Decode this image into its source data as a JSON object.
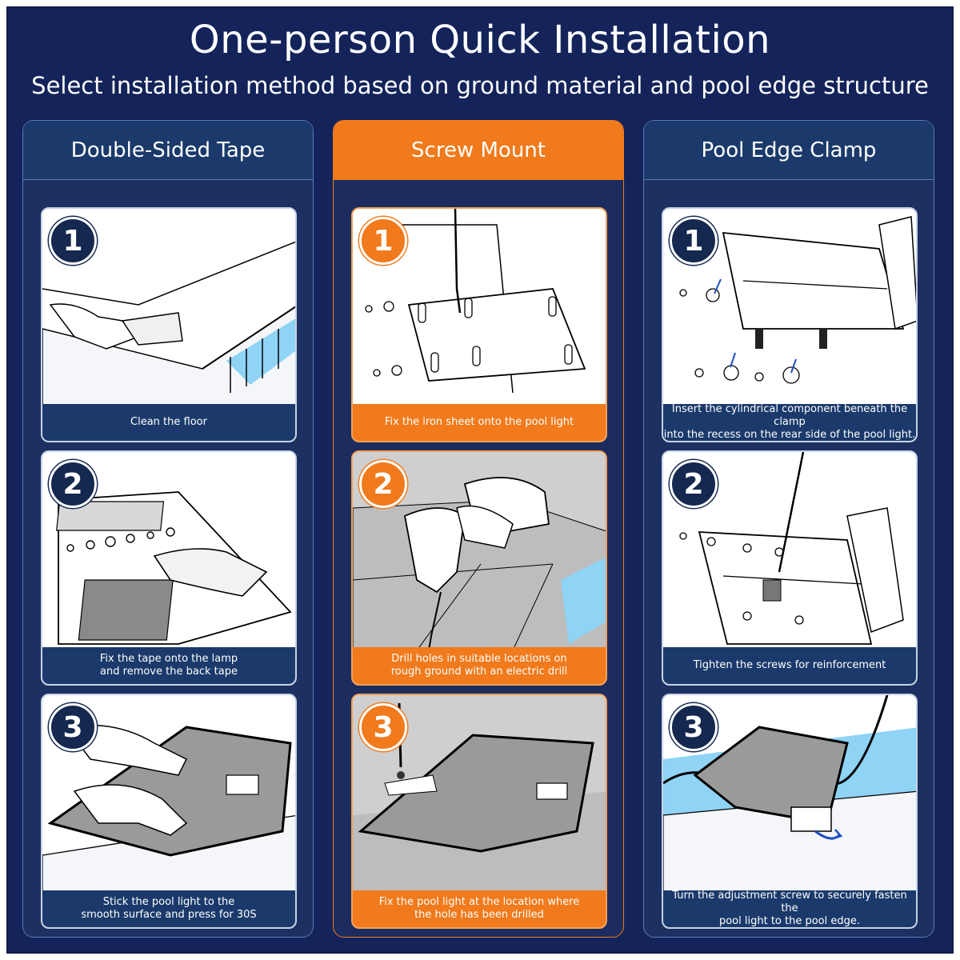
{
  "header": {
    "title": "One-person Quick Installation",
    "subtitle": "Select installation method based on ground material and pool edge structure"
  },
  "colors": {
    "background": "#14245a",
    "accent": "#f07a1c",
    "panel_header": "#1b3a6b"
  },
  "columns": [
    {
      "title": "Double-Sided Tape",
      "highlighted": false,
      "steps": [
        {
          "number": "1",
          "caption": "Clean the floor"
        },
        {
          "number": "2",
          "caption": "Fix the tape onto the lamp\nand remove the back tape"
        },
        {
          "number": "3",
          "caption": "Stick the pool light to the\nsmooth surface and press for 30S"
        }
      ]
    },
    {
      "title": "Screw Mount",
      "highlighted": true,
      "steps": [
        {
          "number": "1",
          "caption": "Fix the iron sheet onto the pool light"
        },
        {
          "number": "2",
          "caption": "Drill holes in suitable locations on\nrough ground with an electric drill"
        },
        {
          "number": "3",
          "caption": "Fix the pool light at the location where\nthe hole has been drilled"
        }
      ]
    },
    {
      "title": "Pool Edge Clamp",
      "highlighted": false,
      "steps": [
        {
          "number": "1",
          "caption": "Insert the cylindrical component beneath the clamp\ninto the recess on the rear side of the pool light."
        },
        {
          "number": "2",
          "caption": "Tighten the screws for reinforcement"
        },
        {
          "number": "3",
          "caption": "Turn the adjustment screw to securely fasten the\npool light to the pool edge."
        }
      ]
    }
  ]
}
